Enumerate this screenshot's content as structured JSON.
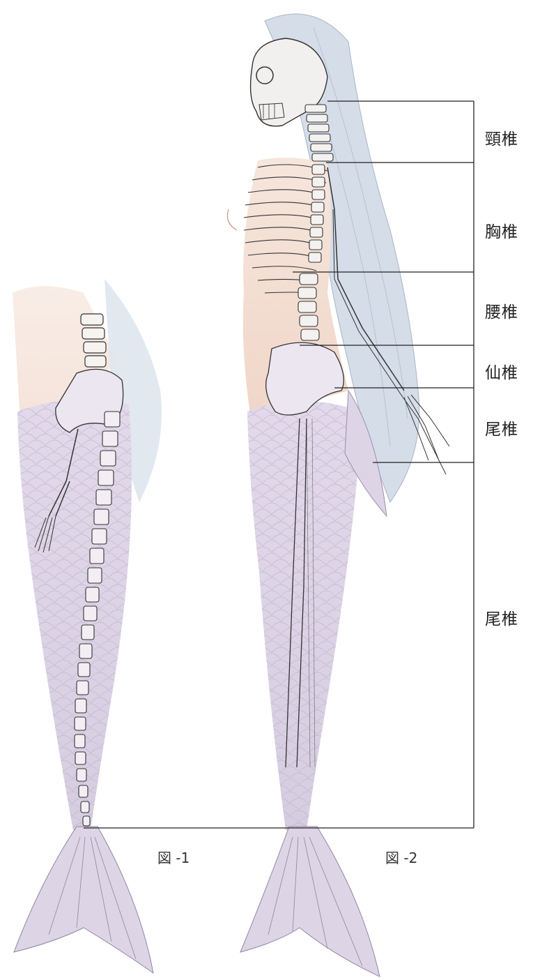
{
  "labels": {
    "cervical": "頸椎",
    "thoracic": "胸椎",
    "lumbar": "腰椎",
    "sacral": "仙椎",
    "coccygeal": "尾椎",
    "tail": "尾椎"
  },
  "figures": {
    "fig1": "図 -1",
    "fig2": "図 -2"
  },
  "colors": {
    "skin": "#f3ddd2",
    "scales": "#d9d0e3",
    "hair": "#cfd8e6",
    "bone": "#f4f2f0",
    "line": "#2a2a2a"
  }
}
